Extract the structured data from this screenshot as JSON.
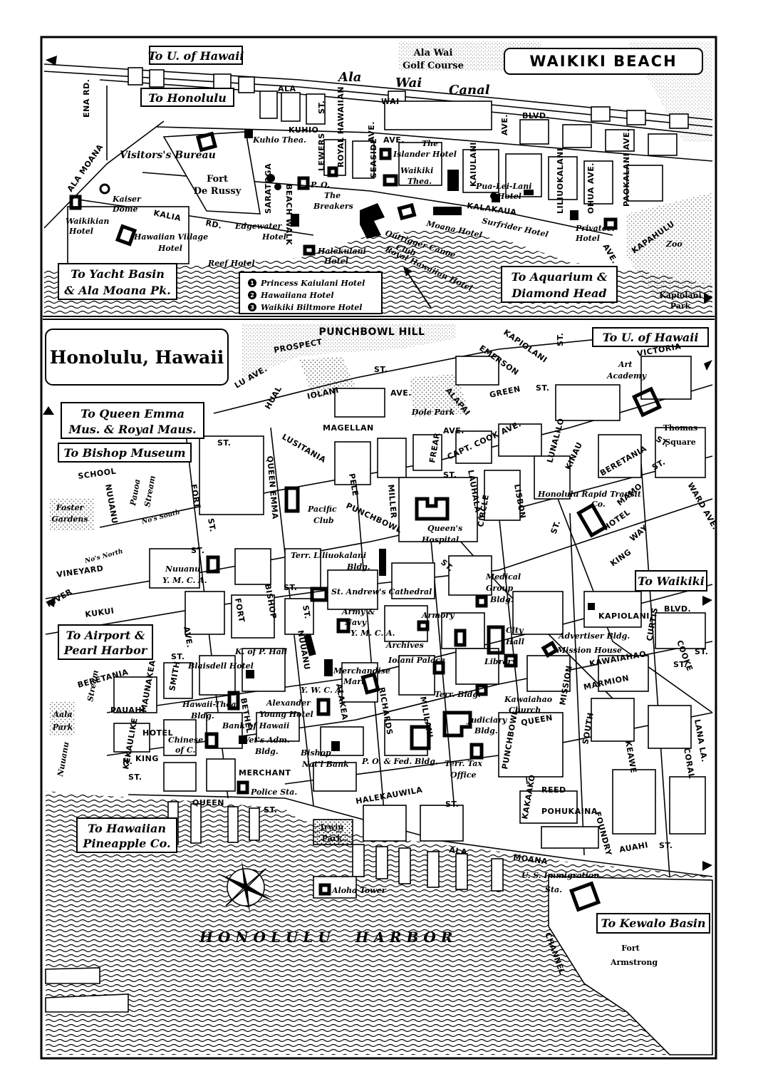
{
  "waikiki": {
    "title": "WAIKIKI BEACH",
    "destinations": {
      "u_of_hawaii": "To U. of Hawaii",
      "honolulu": "To Honolulu",
      "yacht_basin_line1": "To Yacht Basin",
      "yacht_basin_line2": "& Ala Moana Pk.",
      "aquarium_line1": "To Aquarium &",
      "aquarium_line2": "Diamond Head"
    },
    "areas": {
      "golf_line1": "Ala Wai",
      "golf_line2": "Golf Course",
      "canal_1": "Ala",
      "canal_2": "Wai",
      "canal_3": "Canal",
      "fort_line1": "Fort",
      "fort_line2": "De Russy",
      "zoo": "Zoo",
      "kapiolani_park_line1": "Kapiolani",
      "kapiolani_park_line2": "Park"
    },
    "streets": {
      "ala_wai_blvd_1": "ALA",
      "ala_wai_blvd_2": "WAI",
      "ala_wai_blvd_3": "BLVD.",
      "kuhio": "KUHIO",
      "lewers": "LEWERS",
      "royal_hawaiian": "ROYAL HAWAIIAN",
      "seaside": "SEASIDE",
      "ave_1": "AVE.",
      "ave_2": "AVE.",
      "st_1": "ST.",
      "ena_rd": "ENA RD.",
      "ala_moana": "ALA MOANA",
      "kalia_1": "KALIA",
      "kalia_2": "RD.",
      "saratoga": "SARATOGA",
      "beach_walk": "BEACH WALK",
      "kalakaua": "KALAKAUA",
      "kaiulani": "KAIULANI",
      "liliuokalani": "LILIUOKALANI",
      "ohua": "OHUA AVE.",
      "paokalani": "PAOKALANI AVE.",
      "kapahulu": "KAPAHULU",
      "ave_3": "AVE.",
      "ave_4": "AVE."
    },
    "places": {
      "visitors_bureau": "Visitors's Bureau",
      "kaiser_dome_1": "Kaiser",
      "kaiser_dome_2": "Dome",
      "waikikian_1": "Waikikian",
      "waikikian_2": "Hotel",
      "hawaiian_village_1": "Hawaiian Village",
      "hawaiian_village_2": "Hotel",
      "kuhio_thea": "Kuhio Thea.",
      "the_breakers_1": "The",
      "the_breakers_2": "Breakers",
      "po": "P. O.",
      "edgewater_1": "Edgewater",
      "edgewater_2": "Hotel",
      "reef_hotel": "Reef Hotel",
      "halekulani_1": "Halekulani",
      "halekulani_2": "Hotel",
      "islander_1": "The",
      "islander_2": "Islander Hotel",
      "waikiki_thea_1": "Waikiki",
      "waikiki_thea_2": "Thea.",
      "pua_lei_lani_1": "Pua-Lei-Lani",
      "pua_lei_lani_2": "Hotel",
      "surfrider": "Surfrider Hotel",
      "moana": "Moana Hotel",
      "outrigger_1": "Outrigger Canoe",
      "outrigger_2": "Club",
      "royal_hawaiian_hotel": "Royal Hawaiian Hotel",
      "privateer_1": "Privateer",
      "privateer_2": "Hotel"
    },
    "legend": [
      {
        "num": "1",
        "name": "Princess Kaiulani Hotel"
      },
      {
        "num": "2",
        "name": "Hawaiiana Hotel"
      },
      {
        "num": "3",
        "name": "Waikiki Biltmore Hotel"
      }
    ]
  },
  "honolulu": {
    "title": "Honolulu, Hawaii",
    "destinations": {
      "u_of_hawaii": "To U. of Hawaii",
      "queen_emma_line1": "To Queen Emma",
      "queen_emma_line2": "Mus. & Royal Maus.",
      "bishop_museum": "To Bishop Museum",
      "waikiki": "To Waikiki",
      "airport_line1": "To Airport &",
      "airport_line2": "Pearl Harbor",
      "pineapple_line1": "To Hawaiian",
      "pineapple_line2": "Pineapple Co.",
      "kewalo": "To Kewalo Basin"
    },
    "areas": {
      "punchbowl_hill": "PUNCHBOWL HILL",
      "dole_park": "Dole Park",
      "thomas_square_1": "Thomas",
      "thomas_square_2": "Square",
      "foster_1": "Foster",
      "foster_2": "Gardens",
      "aala_1": "Aala",
      "aala_2": "Park",
      "irwin_1": "Irwin",
      "irwin_2": "Park",
      "harbor": "H O N O L U L U     H A R B O R",
      "fort_armstrong_1": "Fort",
      "fort_armstrong_2": "Armstrong",
      "pauoa_1": "Pauoa",
      "pauoa_2": "Stream",
      "nuuanu_stream_1": "Nuuanu",
      "nuuanu_stream_2": "Stream",
      "nos_north": "No's North",
      "nos_south": "No's South"
    },
    "streets": {
      "prospect": "PROSPECT",
      "st_prospect": "ST.",
      "kapiolani_top": "KAPIOLANI",
      "emerson": "EMERSON",
      "victoria": "VICTORIA",
      "st_v": "ST.",
      "lu_ave": "LU AVE.",
      "hual": "HUAL",
      "iolani": "IOLANI",
      "ave_iolani": "AVE.",
      "alapai": "ALAPAI",
      "green": "GREEN",
      "st_green": "ST.",
      "magellan": "MAGELLAN",
      "ave_mag": "AVE.",
      "capt_cook": "CAPT. COOK AVE.",
      "lunalilo": "LUNALILO",
      "kinau": "KINAU",
      "lusitania": "LUSITANIA",
      "st_lus": "ST.",
      "st_top": "ST.",
      "school": "SCHOOL",
      "nuuanu": "NUUANU",
      "fort_upper": "FORT",
      "st_fort": "ST.",
      "queen_emma": "QUEEN EMMA",
      "pele": "PELE",
      "miller": "MILLER",
      "frear": "FREAR",
      "lauhala": "LAUHALA",
      "lisbon": "LISBON",
      "st_pele": "ST.",
      "punchbowl_st": "PUNCHBOWL",
      "st_pb": "ST.",
      "circle": "CIRCLE",
      "beretania_e": "BERETANIA",
      "st_ber": "ST.",
      "hotel_st": "HOTEL",
      "mamo": "MAMO",
      "way": "WAY",
      "king_e": "KING",
      "st_king": "ST.",
      "ward": "WARD AVE.",
      "vineyard": "VINEYARD",
      "st_vine": "ST.",
      "river": "RIVER",
      "kukui": "KUKUI",
      "st_kukui": "ST.",
      "fort_lower": "FORT",
      "bishop_st": "BISHOP",
      "ave_n": "AVE.",
      "st_mid": "ST.",
      "kapiolani_blvd": "KAPIOLANI",
      "blvd": "BLVD.",
      "curtis": "CURTIS",
      "cooke": "COOKE",
      "st_cooke": "ST.",
      "kawaiahao": "KAWAIAHAO",
      "st_kaw": "ST.",
      "marmion": "MARMION",
      "mission": "MISSION",
      "beretania_w": "BERETANIA",
      "st_berw": "ST.",
      "maunakea": "MAUNAKEA",
      "smith": "SMITH",
      "bethel": "BETHEL",
      "nuuanu_ave": "NUUANU",
      "alakea": "ALAKEA",
      "richards": "RICHARDS",
      "mililani": "MILILANI",
      "pauahi": "PAUAHI",
      "hotel_w": "HOTEL",
      "king_w": "KING",
      "kekaulike": "KEKAULIKE",
      "merchant": "MERCHANT",
      "queen_w": "QUEEN",
      "st_queen": "ST.",
      "queen_e": "QUEEN",
      "halekauwila": "HALEKAUWILA",
      "st_hale": "ST.",
      "punchbowl_lower": "PUNCHBOWL",
      "kakaako": "KAKAAKO",
      "reed": "REED",
      "pohukaina": "POHUKAINA",
      "foundry": "FOUNDRY",
      "auahi": "AUAHI",
      "st_auahi": "ST.",
      "south": "SOUTH",
      "keawe": "KEAWE",
      "coral": "CORAL",
      "lana": "LANA LA.",
      "ala_moana_1": "ALA",
      "ala_moana_2": "MOANA",
      "channel": "CHANNEL",
      "n_st": "N.",
      "st_n": "ST."
    },
    "places": {
      "art_academy_1": "Art",
      "art_academy_2": "Academy",
      "pacific_club_1": "Pacific",
      "pacific_club_2": "Club",
      "queens_hospital_1": "Queen's",
      "queens_hospital_2": "Hospital",
      "rapid_transit_1": "Honolulu Rapid Transit",
      "rapid_transit_2": "Co.",
      "nuuanu_ymca_1": "Nuuanu",
      "nuuanu_ymca_2": "Y. M. C. A.",
      "liliuokalani_1": "Terr. Liliuokalani",
      "liliuokalani_2": "Bldg.",
      "st_andrews": "St. Andrew's Cathedral",
      "medical_1": "Medical",
      "medical_2": "Group",
      "medical_3": "Bldg.",
      "army_navy_1": "Army &",
      "army_navy_2": "Navy",
      "army_navy_3": "Y. M. C. A.",
      "armory": "Armory",
      "city_hall_1": "City",
      "city_hall_2": "Hall",
      "archives": "Archives",
      "advertiser": "Advertiser Bldg.",
      "mission_house": "Mission House",
      "kofp_hall": "K. of P. Hall",
      "iolani_palace": "Iolani Palace",
      "library": "Library",
      "blaisdell": "Blaisdell Hotel",
      "merchandise_1": "Merchandise",
      "merchandise_2": "Mart",
      "ywca": "Y. W. C. A.",
      "terr_bldg": "Terr. Bldg.",
      "kawaiahao_church_1": "Kawaiahao",
      "kawaiahao_church_2": "Church",
      "hawaii_thea_1": "Hawaii-Thea.",
      "hawaii_thea_2": "Bldg.",
      "alexander_1": "Alexander",
      "alexander_2": "Young Hotel",
      "bank_of_hawaii": "Bank of Hawaii",
      "judiciary_1": "Judiciary",
      "judiciary_2": "Bldg.",
      "chinese_1": "Chinese",
      "chinese_2": "of C.",
      "vets_1": "Vet's Adm.",
      "vets_2": "Bldg.",
      "bishop_bank_1": "Bishop",
      "bishop_bank_2": "Nat'l Bank",
      "po_fed": "P. O. & Fed. Bldg.",
      "terr_tax_1": "Terr. Tax",
      "terr_tax_2": "Office",
      "police": "Police Sta.",
      "aloha_tower": "Aloha Tower",
      "immigration_1": "U. S. Immigration",
      "immigration_2": "Sta."
    }
  }
}
